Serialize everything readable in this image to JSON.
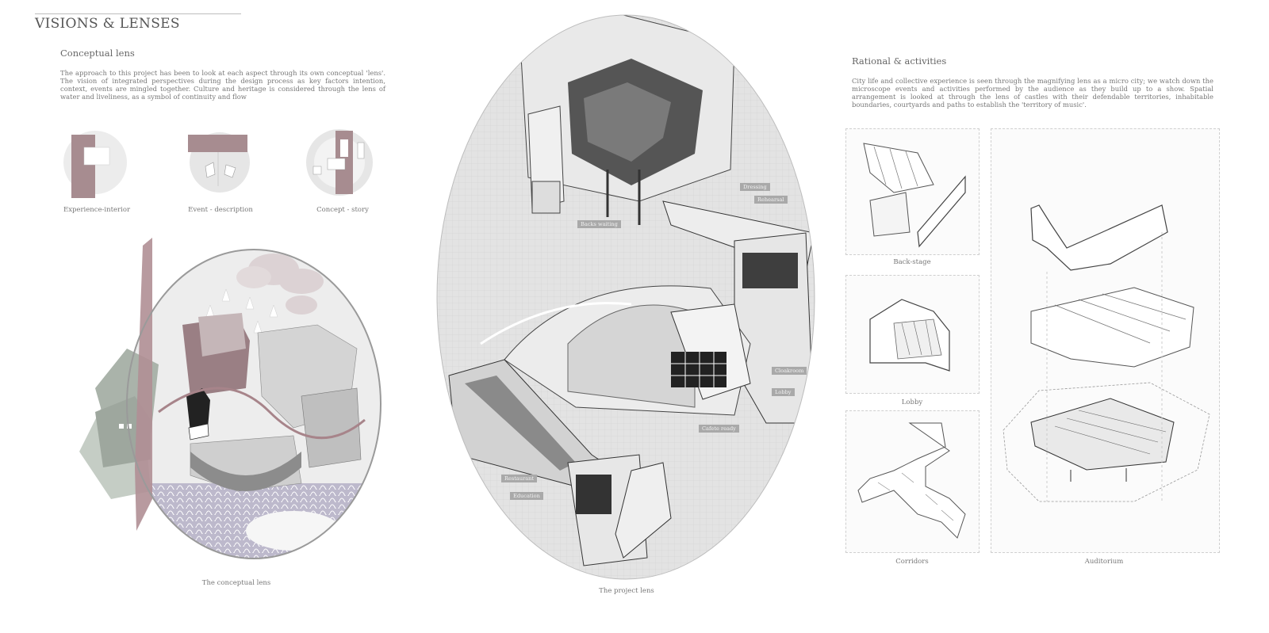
{
  "page": {
    "title": "VISIONS & LENSES"
  },
  "left": {
    "heading": "Conceptual lens",
    "paragraph": "The approach to this project has been to look at each aspect through its own conceptual 'lens'. The vision of integrated perspectives during the design process as key factors intention, context, events are mingled together. Culture and heritage is considered through the lens of water and liveliness, as a symbol of continuity and flow",
    "icons": [
      {
        "caption": "Experience-interior"
      },
      {
        "caption": "Event - description"
      },
      {
        "caption": "Concept - story"
      }
    ],
    "main_caption": "The conceptual lens"
  },
  "center": {
    "caption": "The project lens",
    "labels": {
      "dressing": "Dressing",
      "rehearsal": "Rehearsal",
      "backs_waiting": "Backs waiting",
      "cloakroom": "Cloakroom",
      "lobby": "Lobby",
      "cafe": "Cafete ready",
      "restaurant": "Restaurant",
      "education": "Education"
    }
  },
  "right": {
    "heading": "Rational & activities",
    "paragraph": "City life and collective experience is seen through the magnifying lens as a micro city; we watch down the microscope events and activities performed by the audience as they build up to a show. Spatial arrangement is looked at through the lens of castles with their defendable territories, inhabitable boundaries, courtyards and paths to establish the 'territory of music'.",
    "panels": [
      {
        "caption": "Back-stage"
      },
      {
        "caption": "Lobby"
      },
      {
        "caption": "Corridors"
      },
      {
        "caption": "Auditorium"
      }
    ]
  },
  "colors": {
    "mauve": "#a78c90",
    "sage": "#b8c1b8",
    "grey": "#d9d9d9",
    "dark": "#4a4a4a"
  }
}
